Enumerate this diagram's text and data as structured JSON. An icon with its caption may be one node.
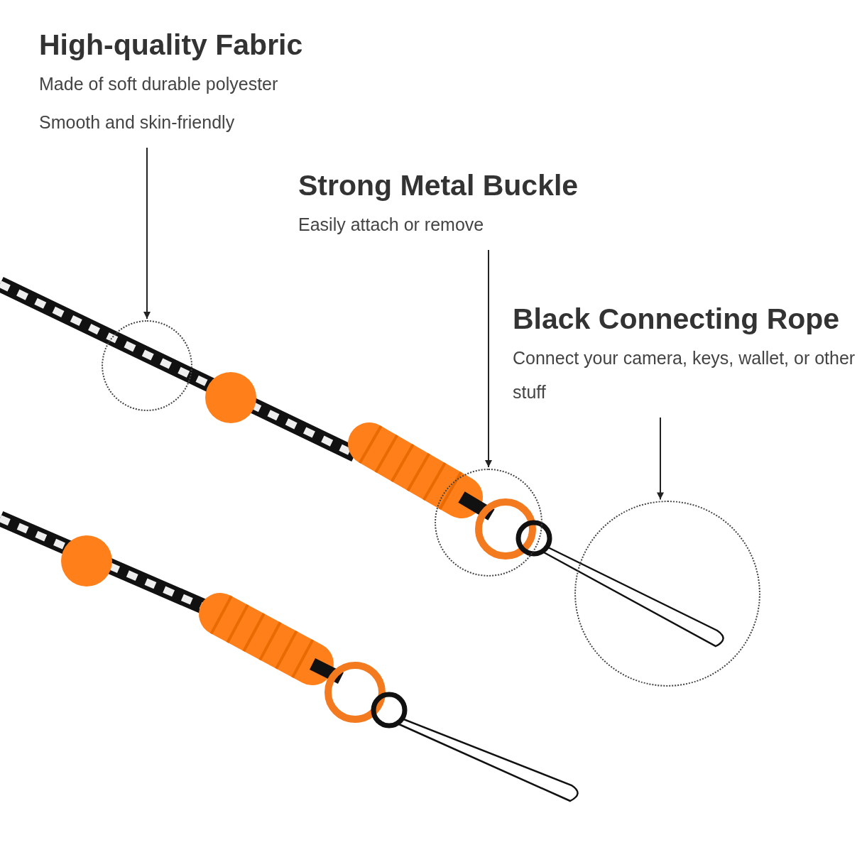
{
  "diagram": {
    "nodes": [
      {
        "text": [
          "High-quality Fabric",
          "Made of soft durable polyester",
          "Smooth and skin-friendly"
        ]
      },
      {
        "text": [],
        "shape": "circle"
      },
      {
        "text": [
          "Strong Metal Buckle",
          "Easily attach or remove"
        ]
      },
      {
        "text": [],
        "shape": "circle"
      },
      {
        "text": [
          "Black Connecting Rope",
          "Connect your camera, keys, wallet, or other stuff"
        ]
      },
      {
        "text": [],
        "shape": "circle"
      }
    ],
    "edges": [
      {
        "from": 0,
        "to": 1,
        "arrow": "to"
      },
      {
        "from": 2,
        "to": 3,
        "arrow": "to"
      },
      {
        "from": 4,
        "to": 5,
        "arrow": "to"
      }
    ]
  }
}
